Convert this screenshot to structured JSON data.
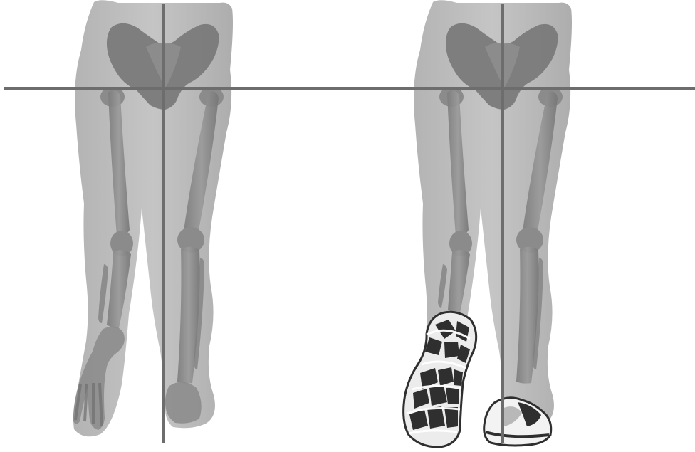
{
  "image": {
    "background_color": "#ffffff",
    "body_color": "#b3b3b3",
    "bone_color": "#8f8f8f",
    "pelvis_color": "#767676",
    "reference_line_color": "#6d6d6d",
    "shoe_dark_color": "#2f2f2f",
    "shoe_light_color": "#f2f2f2"
  },
  "figures": [
    {
      "id": "left-figure",
      "description_label": "",
      "left_leg_state": "raised-barefoot",
      "right_leg_state": "standing-barefoot"
    },
    {
      "id": "right-figure",
      "description_label": "",
      "left_leg_state": "raised-shod",
      "right_leg_state": "standing-shod"
    }
  ],
  "reference_lines": {
    "horizontal": "pelvis-level-line",
    "vertical": "body-midline"
  }
}
